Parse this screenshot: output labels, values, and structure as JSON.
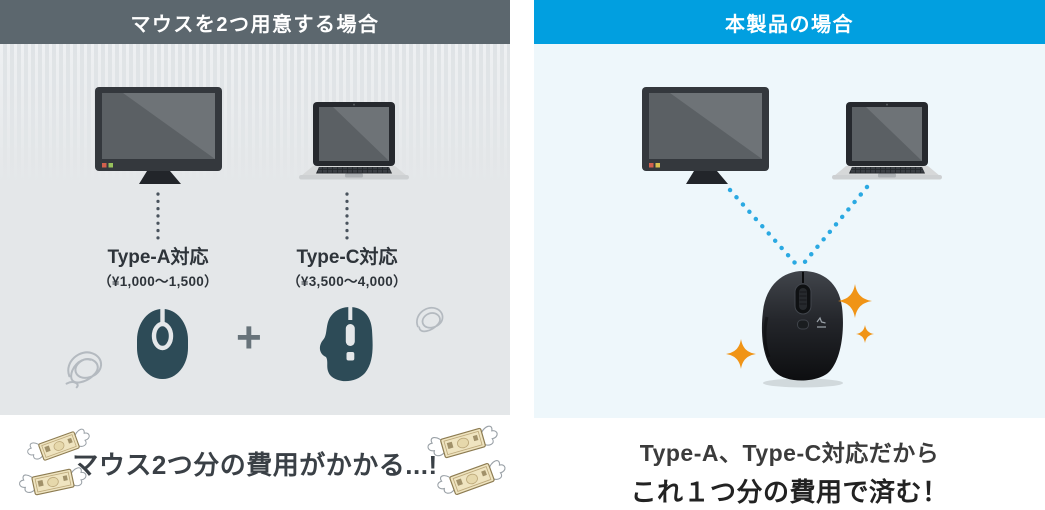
{
  "panels": {
    "left": {
      "header": "マウスを2つ用意する場合",
      "devices": [
        {
          "icon": "desktop-monitor-icon",
          "label": "Type-A対応",
          "price": "（¥1,000〜1,500）"
        },
        {
          "icon": "laptop-icon",
          "label": "Type-C対応",
          "price": "（¥3,500〜4,000）"
        }
      ],
      "plus_sign": "+",
      "caption": "マウス2つ分の費用がかかる...!"
    },
    "right": {
      "header": "本製品の場合",
      "caption_line1": "Type-A、Type-C対応だから",
      "caption_line2": "これ１つ分の費用で済む！"
    }
  },
  "icons": {
    "left": [
      "desktop-monitor-icon",
      "laptop-icon",
      "oval-mouse-icon",
      "ergonomic-mouse-icon",
      "scribble-icon",
      "flying-money-icon"
    ],
    "right": [
      "desktop-monitor-icon",
      "laptop-icon",
      "wireless-mouse-photo-icon",
      "sparkle-icon"
    ]
  },
  "colors": {
    "left_header_bg": "#5c676e",
    "right_header_bg": "#019fe0",
    "left_body_bg": "#e4e7e9",
    "right_body_bg": "#eef7fb",
    "mouse_silhouette": "#2d4b57",
    "dotted_line_gray": "#49535d",
    "dotted_line_blue": "#2aa9e2",
    "sparkle_orange": "#f09416",
    "caption_text": "#3a4046"
  }
}
